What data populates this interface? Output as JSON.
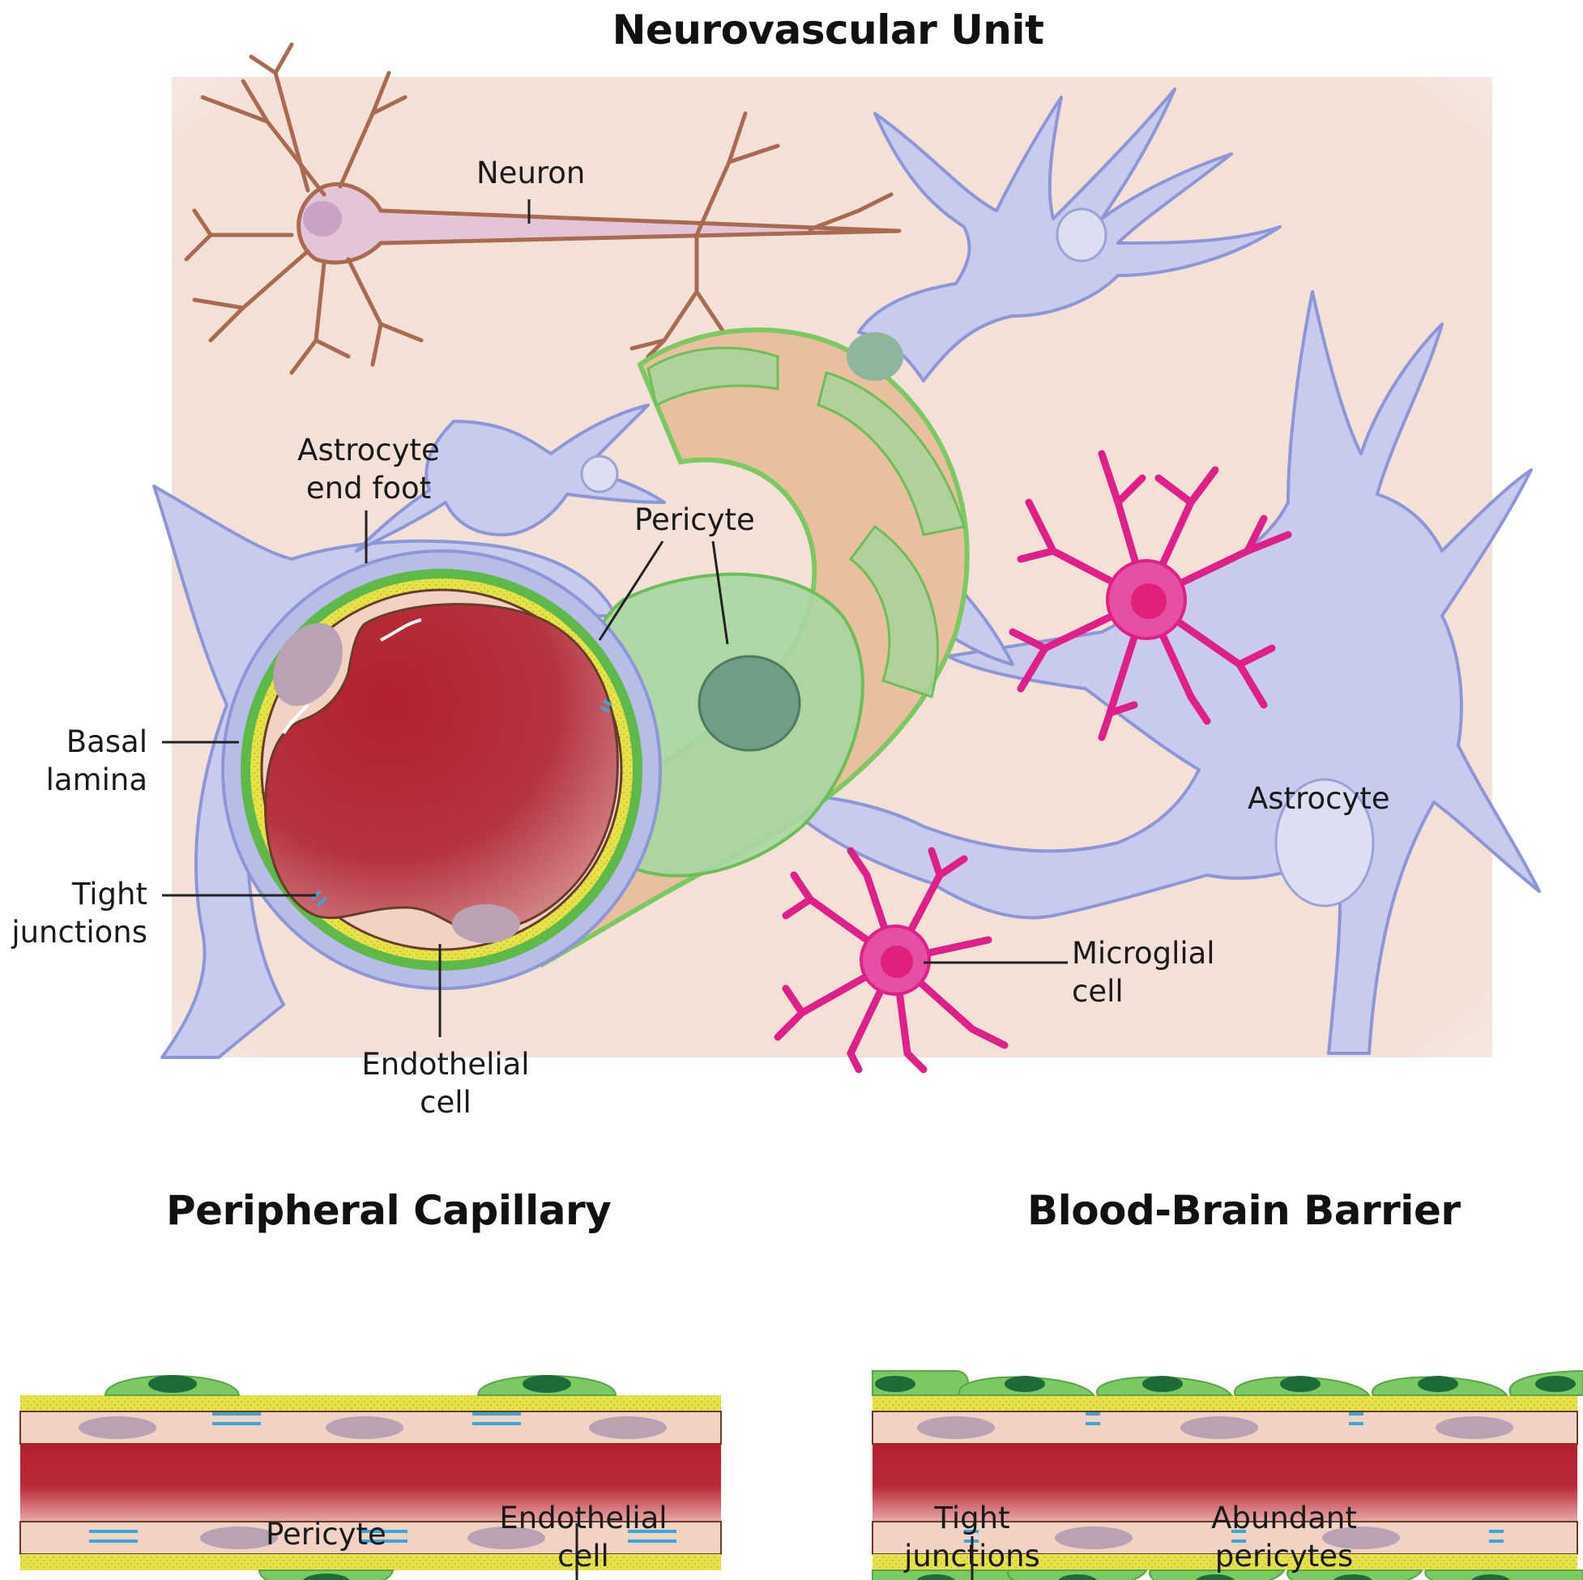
{
  "titles": {
    "main": "Neurovascular Unit",
    "peripheral": "Peripheral Capillary",
    "bbb": "Blood-Brain Barrier"
  },
  "labels": {
    "neuron": "Neuron",
    "astrocyte_end_foot": [
      "Astrocyte",
      "end foot"
    ],
    "pericyte": "Pericyte",
    "basal_lamina": [
      "Basal",
      "lamina"
    ],
    "tight_junctions": [
      "Tight",
      "junctions"
    ],
    "endothelial_cell": [
      "Endothelial",
      "cell"
    ],
    "astrocyte": "Astrocyte",
    "microglial_cell": [
      "Microglial",
      "cell"
    ],
    "pc_pericyte": "Pericyte",
    "pc_endothelial_cell": [
      "Endothelial",
      "cell"
    ],
    "bbb_tight_junctions": [
      "Tight",
      "junctions"
    ],
    "bbb_abundant_pericytes": [
      "Abundant",
      "pericytes"
    ]
  },
  "colors": {
    "background_panel": "#f3e1d7",
    "blood": "#b81f2d",
    "endothelium": "#f1d2c4",
    "basal_lamina": "#e8e64a",
    "pericyte": "#7cc862",
    "pericyte_nucleus": "#1d6b38",
    "astrocyte": "#b6bde6",
    "neuron": "#a86a50",
    "microglia": "#e0208a",
    "tight_junction": "#3aa7d8"
  }
}
